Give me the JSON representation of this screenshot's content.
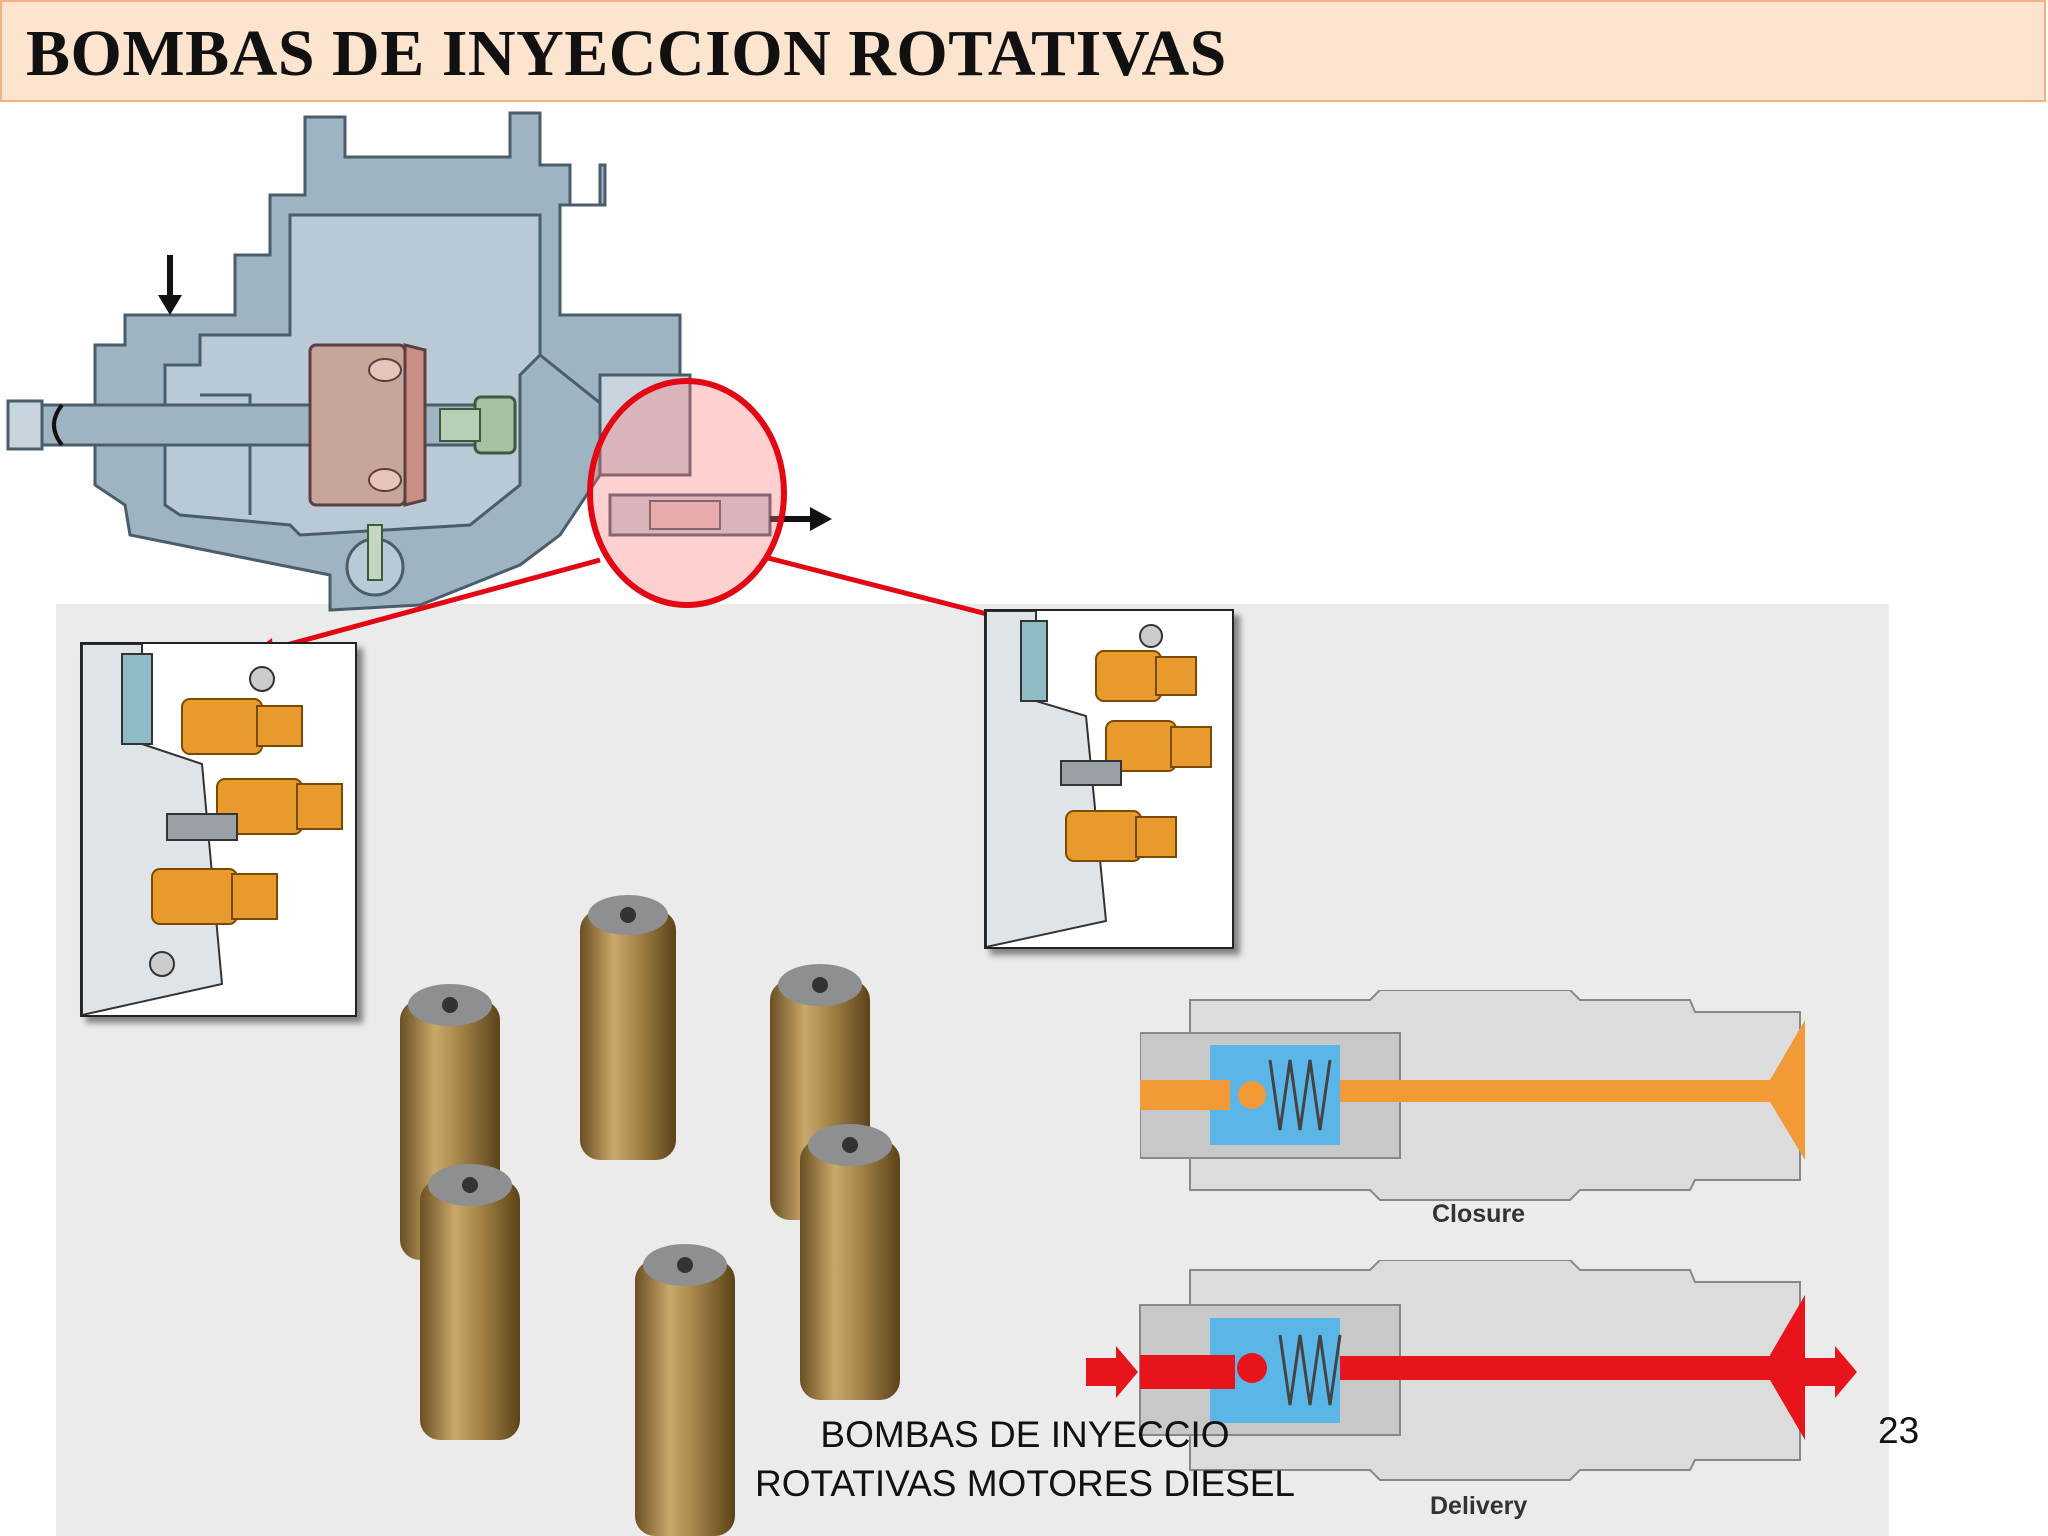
{
  "header": {
    "title": "BOMBAS DE INYECCION ROTATIVAS"
  },
  "diagram": {
    "closure_label": "Closure",
    "delivery_label": "Delivery",
    "colors": {
      "housing": "#a9bdcb",
      "housing_dark": "#6f8796",
      "fitting": "#e89a2c",
      "highlight": "#e30613",
      "fuel_closed": "#f29a38",
      "fuel_delivery": "#e8141c",
      "brass": "#a07e46"
    }
  },
  "footer": {
    "line1": "BOMBAS DE INYECCIO",
    "line2": "ROTATIVAS MOTORES DIESEL",
    "page_number": "23"
  }
}
